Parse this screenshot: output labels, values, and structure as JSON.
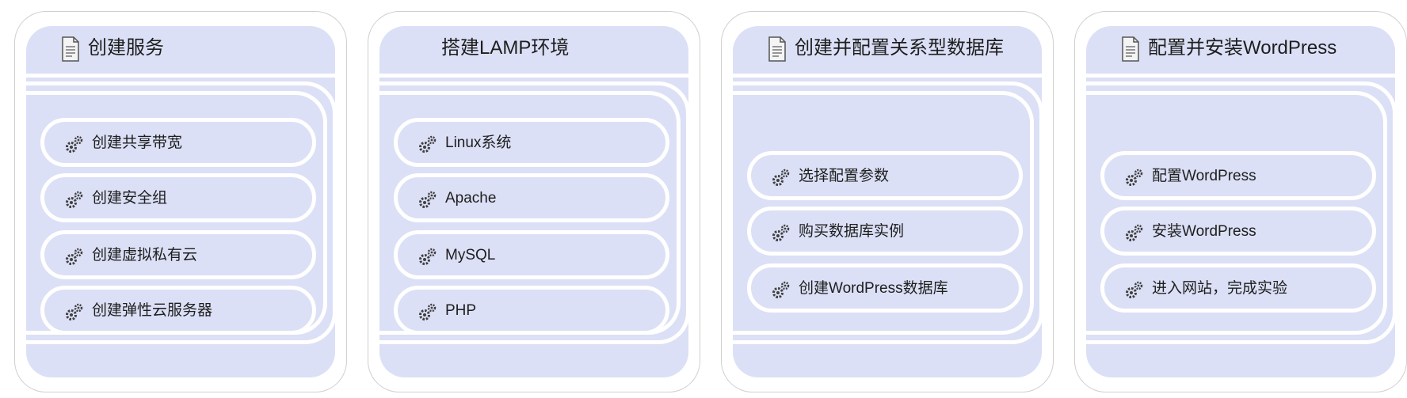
{
  "columns": [
    {
      "title": "创建服务",
      "has_doc_icon": true,
      "items": [
        "创建共享带宽",
        "创建安全组",
        "创建虚拟私有云",
        "创建弹性云服务器"
      ]
    },
    {
      "title": "搭建LAMP环境",
      "has_doc_icon": false,
      "items": [
        "Linux系统",
        "Apache",
        "MySQL",
        "PHP"
      ]
    },
    {
      "title": "创建并配置关系型数据库",
      "has_doc_icon": true,
      "items": [
        "选择配置参数",
        "购买数据库实例",
        "创建WordPress数据库"
      ]
    },
    {
      "title": "配置并安装WordPress",
      "has_doc_icon": true,
      "items": [
        "配置WordPress",
        "安装WordPress",
        "进入网站，完成实验"
      ]
    }
  ],
  "colors": {
    "panel": "#dbe0f6",
    "border": "#cfcfcf",
    "text": "#1e1e1e",
    "icon": "#404040"
  },
  "icons": {
    "header": "document-icon",
    "item": "gears-icon"
  }
}
